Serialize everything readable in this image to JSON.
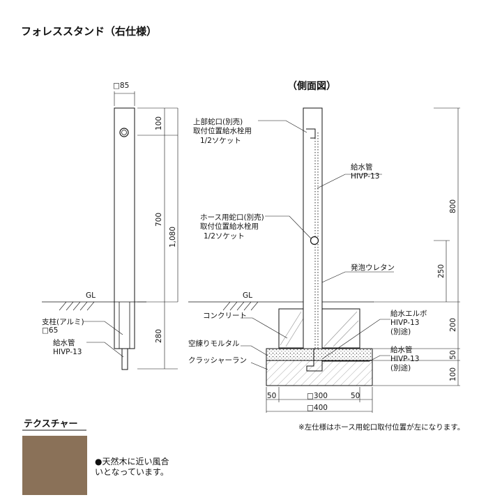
{
  "title": "フォレススタンド（右仕様）",
  "side_view_title": "（側面図）",
  "front": {
    "top_size": "□85",
    "dim_100": "100",
    "dim_700": "700",
    "dim_1080": "1,080",
    "dim_280": "280",
    "gl": "GL",
    "post_label_1": "支柱(アルミ)",
    "post_label_2": "□65",
    "pipe_label_1": "給水管",
    "pipe_label_2": "HIVP-13"
  },
  "side": {
    "gl": "GL",
    "upper_faucet": [
      "上部蛇口(別売)",
      "取付位置給水栓用",
      "1/2ソケット"
    ],
    "supply_pipe": [
      "給水管",
      "HIVP-13"
    ],
    "hose_faucet": [
      "ホース用蛇口(別売)",
      "取付位置給水栓用",
      "1/2ソケット"
    ],
    "foam": "発泡ウレタン",
    "concrete": "コンクリート",
    "elbow": [
      "給水エルボ",
      "HIVP-13",
      "(別途)"
    ],
    "mortar": "空練りモルタル",
    "crusher": "クラッシャーラン",
    "pipe_bottom": [
      "給水管",
      "HIVP-13",
      "(別途)"
    ],
    "dim_800": "800",
    "dim_250": "250",
    "dim_200": "200",
    "dim_50": "50",
    "dim_100": "100",
    "base_dim_left": "50",
    "base_dim_mid": "□300",
    "base_dim_right": "50",
    "base_dim_total": "□400"
  },
  "footnote": "※左仕様はホース用蛇口取付位置が左になります。",
  "texture": {
    "heading": "テクスチャー",
    "swatch_color": "#8a7158",
    "bullet": "●",
    "note": "天然木に近い風合いとなっています。"
  }
}
